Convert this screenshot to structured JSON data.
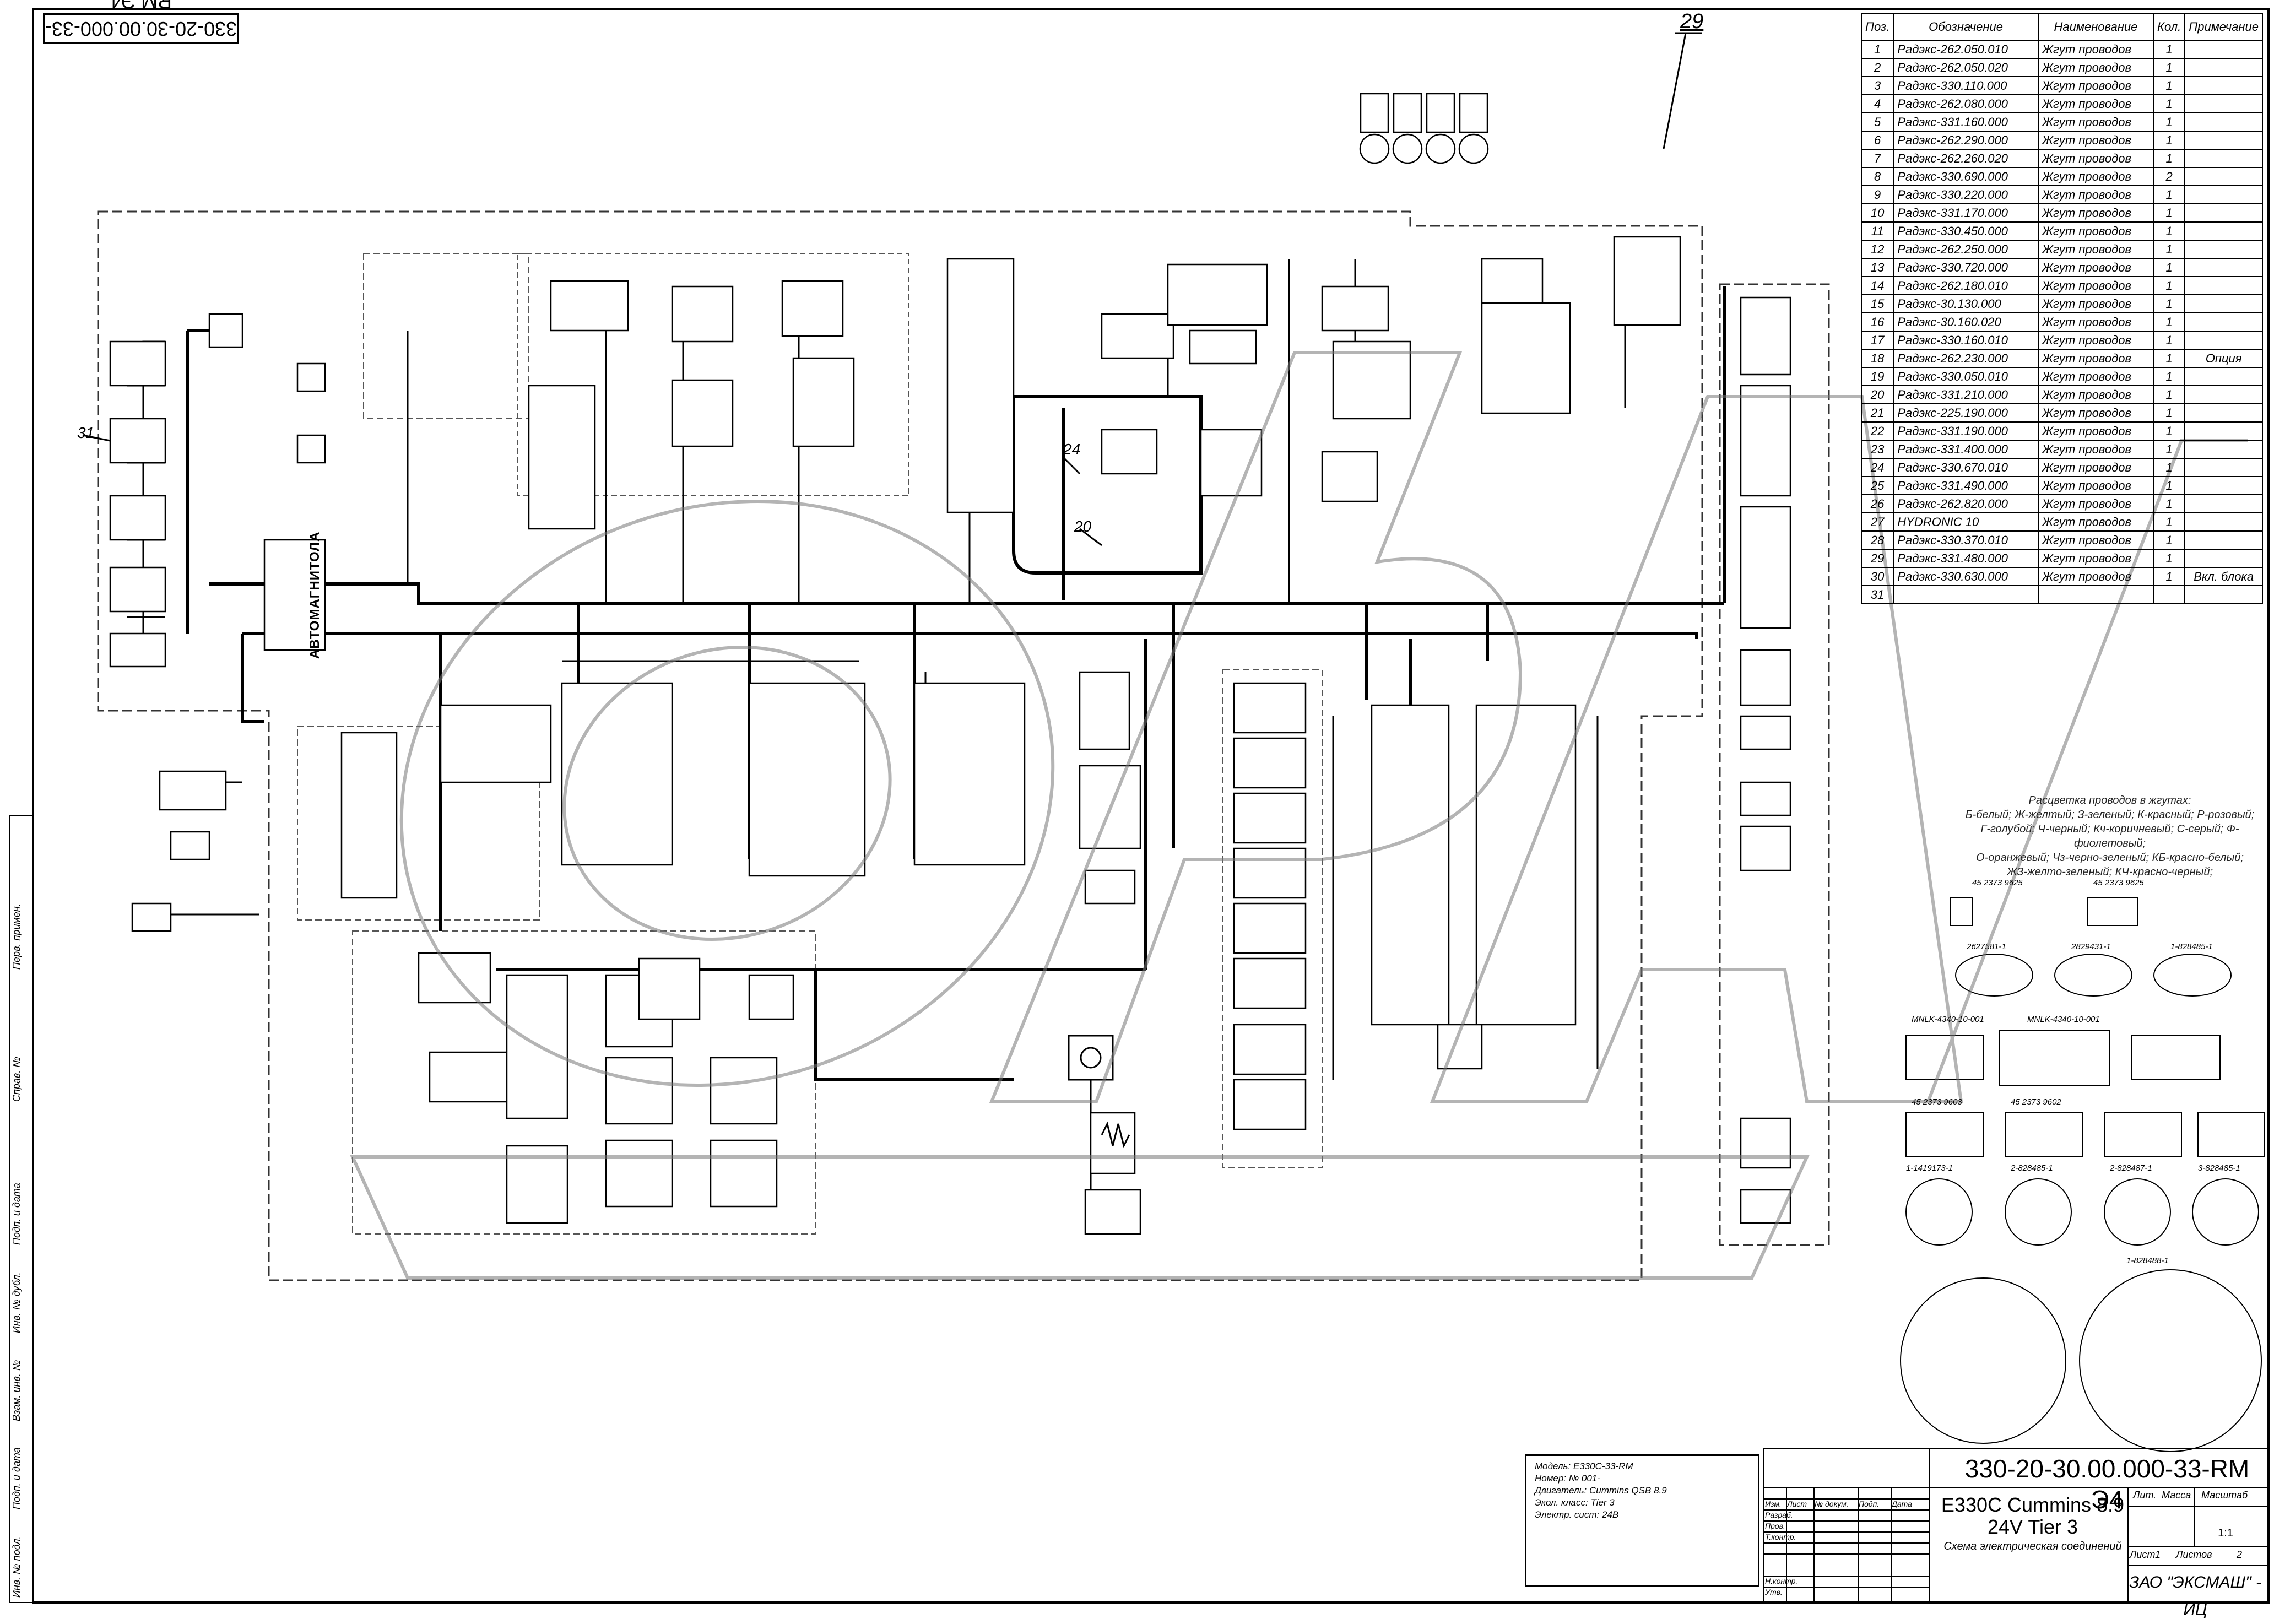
{
  "drawing_code": "330-20-30.00.000-33-RM Э4",
  "sheet_number_marker": "29",
  "callouts": [
    "31",
    "24",
    "20"
  ],
  "unit_labels": {
    "recorder": "АВТОМАГНИТОЛА"
  },
  "part_list": {
    "headers": [
      "Поз.",
      "Обозначение",
      "Наименование",
      "Кол.",
      "Примечание"
    ],
    "rows": [
      [
        "1",
        "Радэкс-262.050.010",
        "Жгут проводов",
        "1",
        ""
      ],
      [
        "2",
        "Радэкс-262.050.020",
        "Жгут проводов",
        "1",
        ""
      ],
      [
        "3",
        "Радэкс-330.110.000",
        "Жгут проводов",
        "1",
        ""
      ],
      [
        "4",
        "Радэкс-262.080.000",
        "Жгут проводов",
        "1",
        ""
      ],
      [
        "5",
        "Радэкс-331.160.000",
        "Жгут проводов",
        "1",
        ""
      ],
      [
        "6",
        "Радэкс-262.290.000",
        "Жгут проводов",
        "1",
        ""
      ],
      [
        "7",
        "Радэкс-262.260.020",
        "Жгут проводов",
        "1",
        ""
      ],
      [
        "8",
        "Радэкс-330.690.000",
        "Жгут проводов",
        "2",
        ""
      ],
      [
        "9",
        "Радэкс-330.220.000",
        "Жгут проводов",
        "1",
        ""
      ],
      [
        "10",
        "Радэкс-331.170.000",
        "Жгут проводов",
        "1",
        ""
      ],
      [
        "11",
        "Радэкс-330.450.000",
        "Жгут проводов",
        "1",
        ""
      ],
      [
        "12",
        "Радэкс-262.250.000",
        "Жгут проводов",
        "1",
        ""
      ],
      [
        "13",
        "Радэкс-330.720.000",
        "Жгут проводов",
        "1",
        ""
      ],
      [
        "14",
        "Радэкс-262.180.010",
        "Жгут проводов",
        "1",
        ""
      ],
      [
        "15",
        "Радэкс-30.130.000",
        "Жгут проводов",
        "1",
        ""
      ],
      [
        "16",
        "Радэкс-30.160.020",
        "Жгут проводов",
        "1",
        ""
      ],
      [
        "17",
        "Радэкс-330.160.010",
        "Жгут проводов",
        "1",
        ""
      ],
      [
        "18",
        "Радэкс-262.230.000",
        "Жгут проводов",
        "1",
        "Опция"
      ],
      [
        "19",
        "Радэкс-330.050.010",
        "Жгут проводов",
        "1",
        ""
      ],
      [
        "20",
        "Радэкс-331.210.000",
        "Жгут проводов",
        "1",
        ""
      ],
      [
        "21",
        "Радэкс-225.190.000",
        "Жгут проводов",
        "1",
        ""
      ],
      [
        "22",
        "Радэкс-331.190.000",
        "Жгут проводов",
        "1",
        ""
      ],
      [
        "23",
        "Радэкс-331.400.000",
        "Жгут проводов",
        "1",
        ""
      ],
      [
        "24",
        "Радэкс-330.670.010",
        "Жгут проводов",
        "1",
        ""
      ],
      [
        "25",
        "Радэкс-331.490.000",
        "Жгут проводов",
        "1",
        ""
      ],
      [
        "26",
        "Радэкс-262.820.000",
        "Жгут проводов",
        "1",
        ""
      ],
      [
        "27",
        "HYDRONIC 10",
        "Жгут проводов",
        "1",
        ""
      ],
      [
        "28",
        "Радэкс-330.370.010",
        "Жгут проводов",
        "1",
        ""
      ],
      [
        "29",
        "Радэкс-331.480.000",
        "Жгут проводов",
        "1",
        ""
      ],
      [
        "30",
        "Радэкс-330.630.000",
        "Жгут проводов",
        "1",
        "Вкл. блока"
      ],
      [
        "31",
        "",
        "",
        "",
        ""
      ]
    ]
  },
  "title_block": {
    "code": "330-20-30.00.000-33-RM Э4",
    "name_line1": "E330C Cummins 8.9",
    "name_line2": "24V Tier 3",
    "subtitle": "Схема электрическая соединений",
    "company": "ЗАО \"ЭКСМАШ\" - ИЦ",
    "scale": "1:1",
    "labels": [
      "Лит.",
      "Масса",
      "Масштаб",
      "Лист",
      "Листов",
      "Изм.",
      "Лист",
      "№ докум.",
      "Подп.",
      "Дата",
      "Разраб.",
      "Пров.",
      "Т.контр.",
      "Н.контр.",
      "Утв."
    ],
    "sheet_num": "1",
    "sheets_total": "2"
  },
  "model_box": {
    "lines": [
      "Модель: E330C-33-RM",
      "Номер: № 001-",
      "Двигатель: Cummins QSB 8.9",
      "Экол. класс: Tier 3",
      "Электр. сист: 24В"
    ]
  },
  "wire_colors": {
    "title": "Расцветка проводов в жгутах:",
    "lines": [
      "Б-белый; Ж-желтый; З-зеленый; К-красный; Р-розовый;",
      "Г-голубой; Ч-черный; Кч-коричневый; С-серый; Ф-фиолетовый;",
      "О-оранжевый; Чз-черно-зеленый; КБ-красно-белый;",
      "ЖЗ-желто-зеленый; КЧ-красно-черный;"
    ]
  },
  "connector_labels": [
    "2627581-1",
    "2829431-1",
    "1-828485-1",
    "MNLK-4340-10-001",
    "MNLK-4340-10-001",
    "45 2373 9625",
    "45 2373 9625",
    "45 2373 9603",
    "45 2373 9602",
    "1-1419173-1",
    "2-828485-1",
    "2-828487-1",
    "3-828485-1",
    "1-828488-1"
  ],
  "side_labels": [
    "Инв. № подл.",
    "Подп. и дата",
    "Взам. инв. №",
    "Инв. № дубл.",
    "Подп. и дата",
    "Справ. №",
    "Перв. примен."
  ]
}
